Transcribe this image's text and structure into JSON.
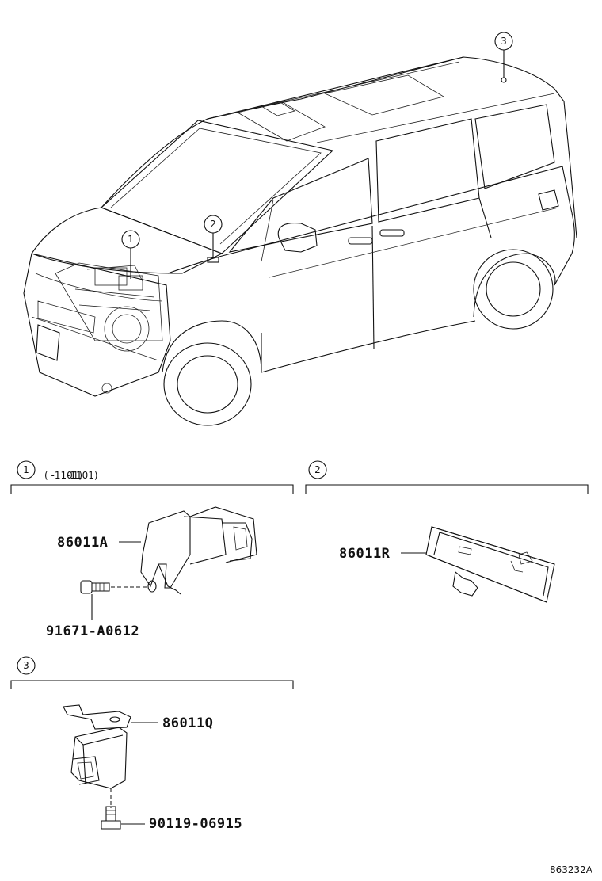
{
  "vehicle_callouts": [
    "1",
    "2",
    "3"
  ],
  "sections": [
    {
      "id": "1",
      "note": "(      -1101)",
      "parts": [
        "86011A",
        "91671-A0612"
      ]
    },
    {
      "id": "2",
      "note": "",
      "parts": [
        "86011R"
      ]
    },
    {
      "id": "3",
      "note": "",
      "parts": [
        "86011Q",
        "90119-06915"
      ]
    }
  ],
  "diagram_code": "863232A"
}
